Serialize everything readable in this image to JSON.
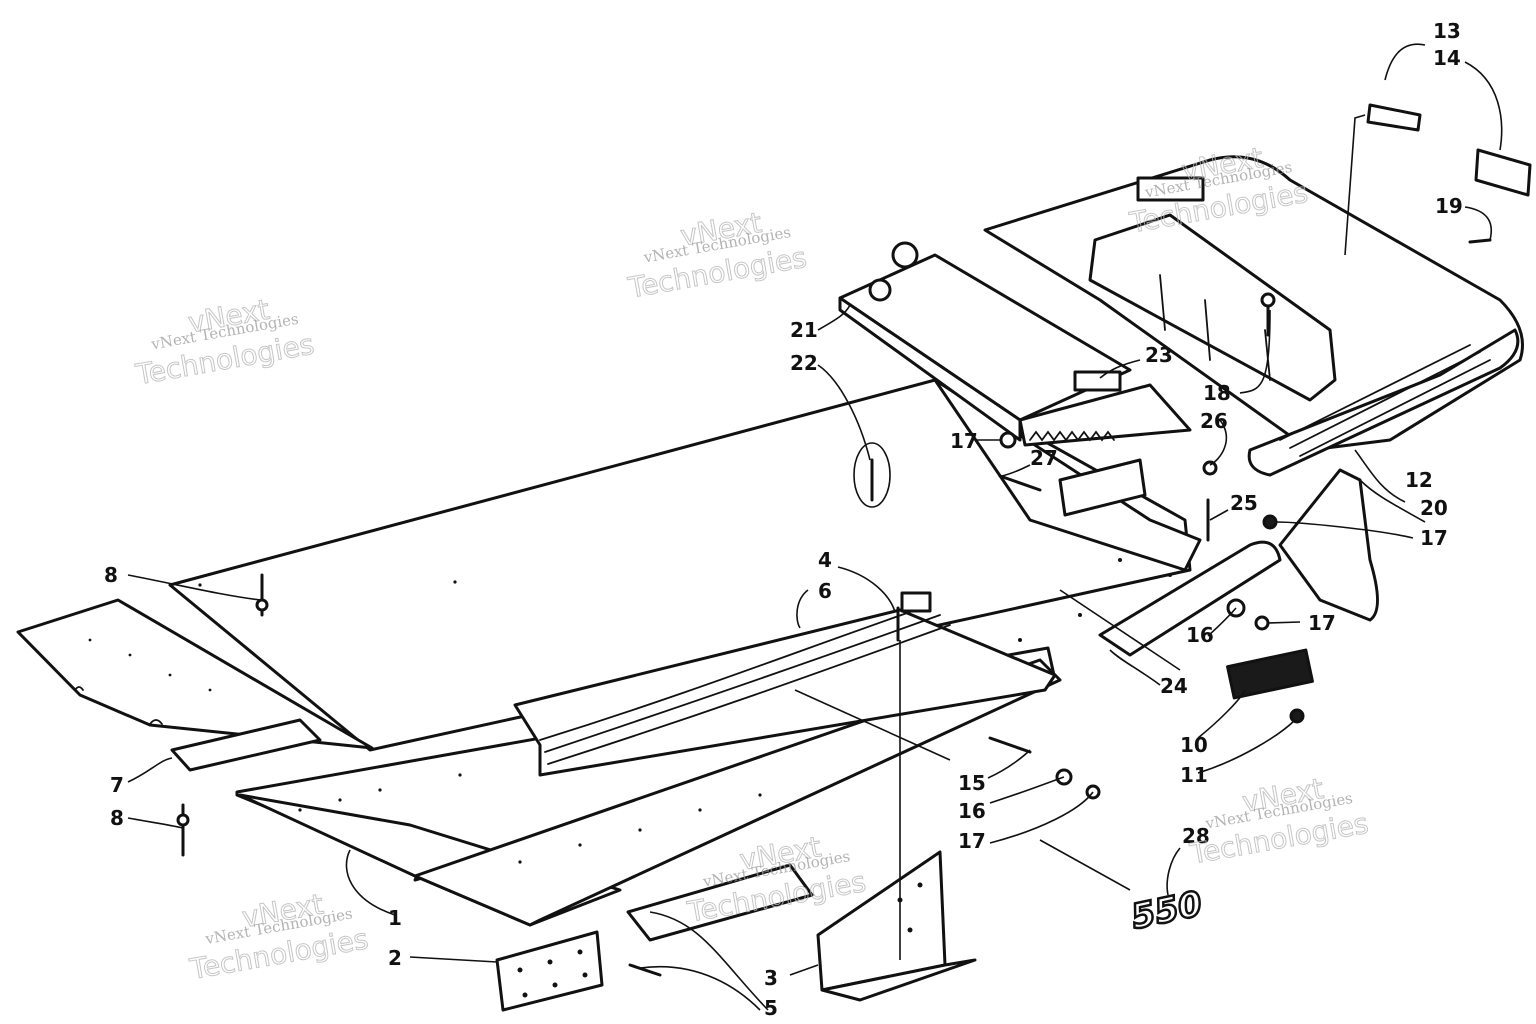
{
  "diagram": {
    "callouts": [
      "1",
      "2",
      "3",
      "4",
      "5",
      "6",
      "7",
      "8",
      "8",
      "10",
      "11",
      "12",
      "13",
      "14",
      "15",
      "16",
      "16",
      "17",
      "17",
      "17",
      "17",
      "18",
      "19",
      "20",
      "21",
      "22",
      "23",
      "24",
      "25",
      "26",
      "27",
      "28"
    ],
    "decal_text": "550",
    "watermark": {
      "small_text": "vNext Technologies",
      "big_line1": "vNext",
      "big_line2": "Technologies"
    }
  }
}
